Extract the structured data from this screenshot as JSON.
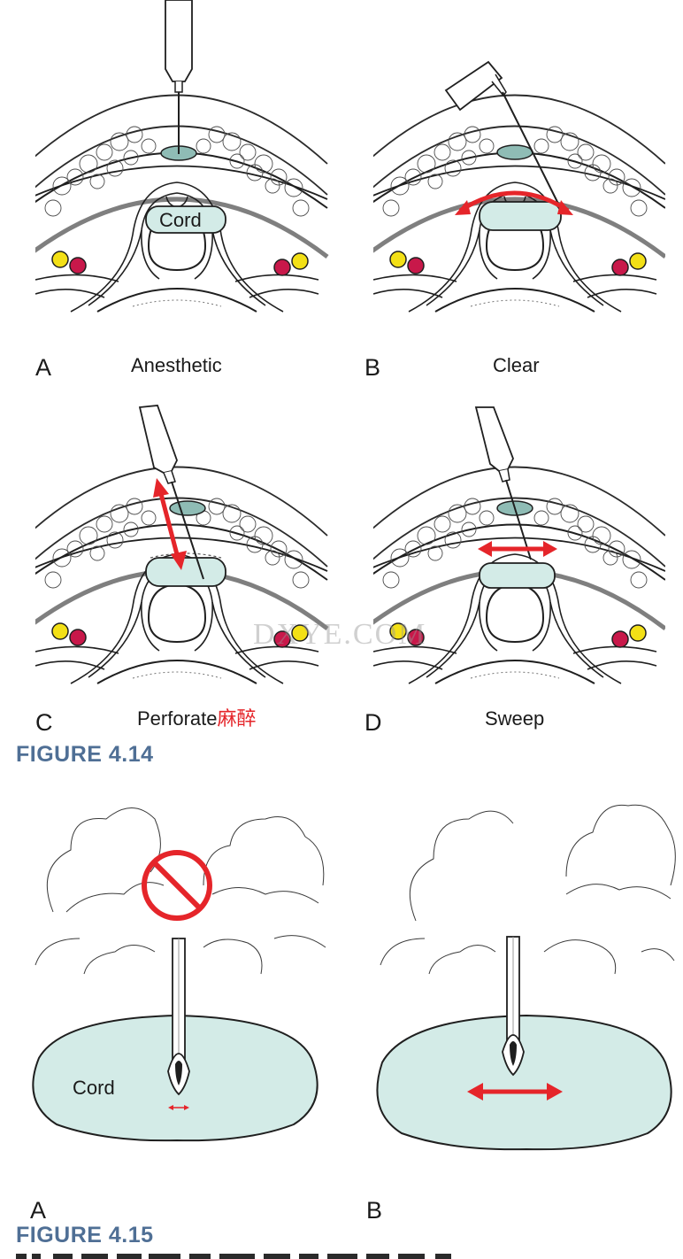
{
  "figure_4_14": {
    "title": "FIGURE  4.14",
    "cord_label": "Cord",
    "watermark": "DXYE.COM",
    "panels": [
      {
        "letter": "A",
        "caption": "Anesthetic",
        "accent": ""
      },
      {
        "letter": "B",
        "caption": "Clear",
        "accent": ""
      },
      {
        "letter": "C",
        "caption": "Perforate",
        "accent": "麻醉"
      },
      {
        "letter": "D",
        "caption": "Sweep",
        "accent": ""
      }
    ]
  },
  "figure_4_15": {
    "title": "FIGURE  4.15",
    "cord_label": "Cord",
    "panels": [
      {
        "letter": "A",
        "icon": "prohibited-icon"
      },
      {
        "letter": "B",
        "icon": ""
      }
    ]
  },
  "colors": {
    "cord_fill": "#d3ebe7",
    "wheal_fill": "#8fbcb5",
    "arrow": "#e5252a",
    "vessel_yellow": "#f3e016",
    "vessel_red": "#c8184a",
    "fascia_gray": "#7f7f7f",
    "figure_title": "#4f6f95"
  }
}
